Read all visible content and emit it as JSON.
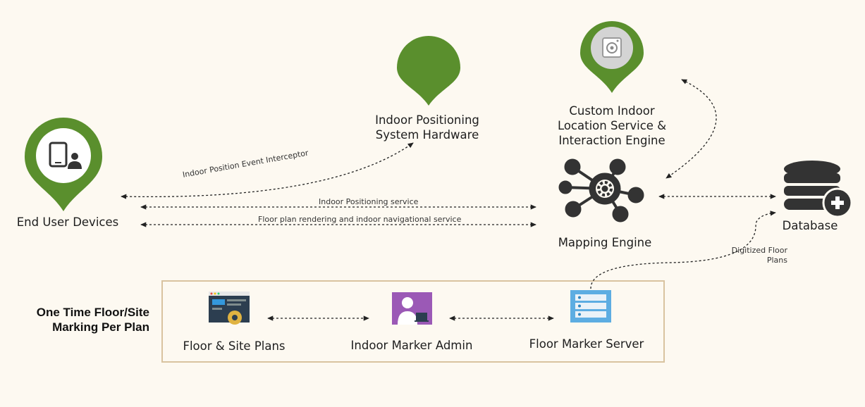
{
  "nodes": {
    "end_user_devices": "End User Devices",
    "ips_hardware": "Indoor Positioning\nSystem Hardware",
    "custom_service": "Custom Indoor\nLocation Service &\nInteraction Engine",
    "mapping_engine": "Mapping Engine",
    "database": "Database",
    "floor_site_plans": "Floor & Site Plans",
    "indoor_marker_admin": "Indoor Marker Admin",
    "floor_marker_server": "Floor Marker Server"
  },
  "edges": {
    "interceptor": "Indoor Position Event Interceptor",
    "positioning_service": "Indoor Positioning service",
    "floor_plan_service": "Floor plan rendering and indoor navigational service",
    "digitized": "Digitized Floor\nPlans"
  },
  "section_label": "One Time Floor/Site\nMarking Per Plan",
  "colors": {
    "pin_green": "#5a8f2d",
    "background": "#fdf9f1",
    "box_border": "#d9c3a0",
    "icon_dark": "#333333"
  }
}
